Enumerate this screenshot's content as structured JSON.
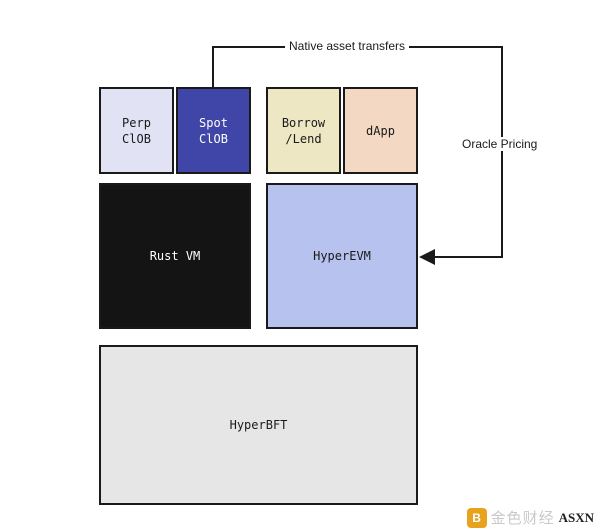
{
  "diagram": {
    "top_label": "Native asset transfers",
    "side_label": "Oracle Pricing",
    "boxes": {
      "perp": {
        "label": "Perp\nClOB",
        "color": "#e1e3f5"
      },
      "spot": {
        "label": "Spot\nClOB",
        "color": "#4046a8"
      },
      "borrow": {
        "label": "Borrow\n/Lend",
        "color": "#ede7c4"
      },
      "dapp": {
        "label": "dApp",
        "color": "#f3d9c4"
      },
      "rustvm": {
        "label": "Rust VM",
        "color": "#141414"
      },
      "hyperevm": {
        "label": "HyperEVM",
        "color": "#b7c2ee"
      },
      "hyperbft": {
        "label": "HyperBFT",
        "color": "#e6e6e6"
      }
    }
  },
  "watermark": {
    "logo_glyph": "B",
    "chinese_text": "金色财经",
    "brand": "ASXN"
  }
}
